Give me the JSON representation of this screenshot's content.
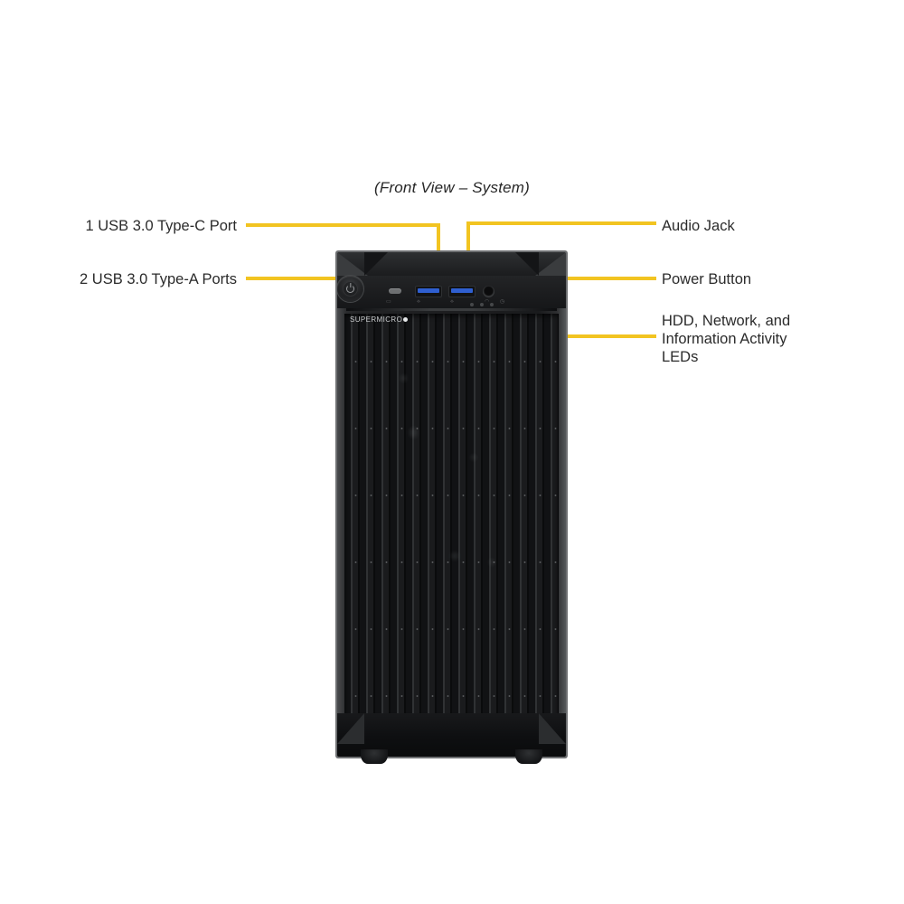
{
  "diagram": {
    "title": "(Front View – System)",
    "accent_color": "#f2c421",
    "chassis_brand": "SUPERMICRO"
  },
  "callouts": {
    "left": [
      {
        "id": "usb-type-c",
        "label": "1 USB 3.0 Type-C Port"
      },
      {
        "id": "usb-type-a",
        "label": "2 USB 3.0 Type-A Ports"
      }
    ],
    "right": [
      {
        "id": "audio-jack",
        "label": "Audio Jack"
      },
      {
        "id": "power-button",
        "label": "Power Button"
      },
      {
        "id": "activity-leds",
        "label": "HDD, Network, and\nInformation Activity\nLEDs"
      }
    ]
  },
  "io_panel": {
    "type_c_glyph": "▭",
    "usb_a_glyph_1": "⟡",
    "usb_a_glyph_2": "⟡",
    "audio_glyph": "◠",
    "led_glyph": "◷"
  }
}
